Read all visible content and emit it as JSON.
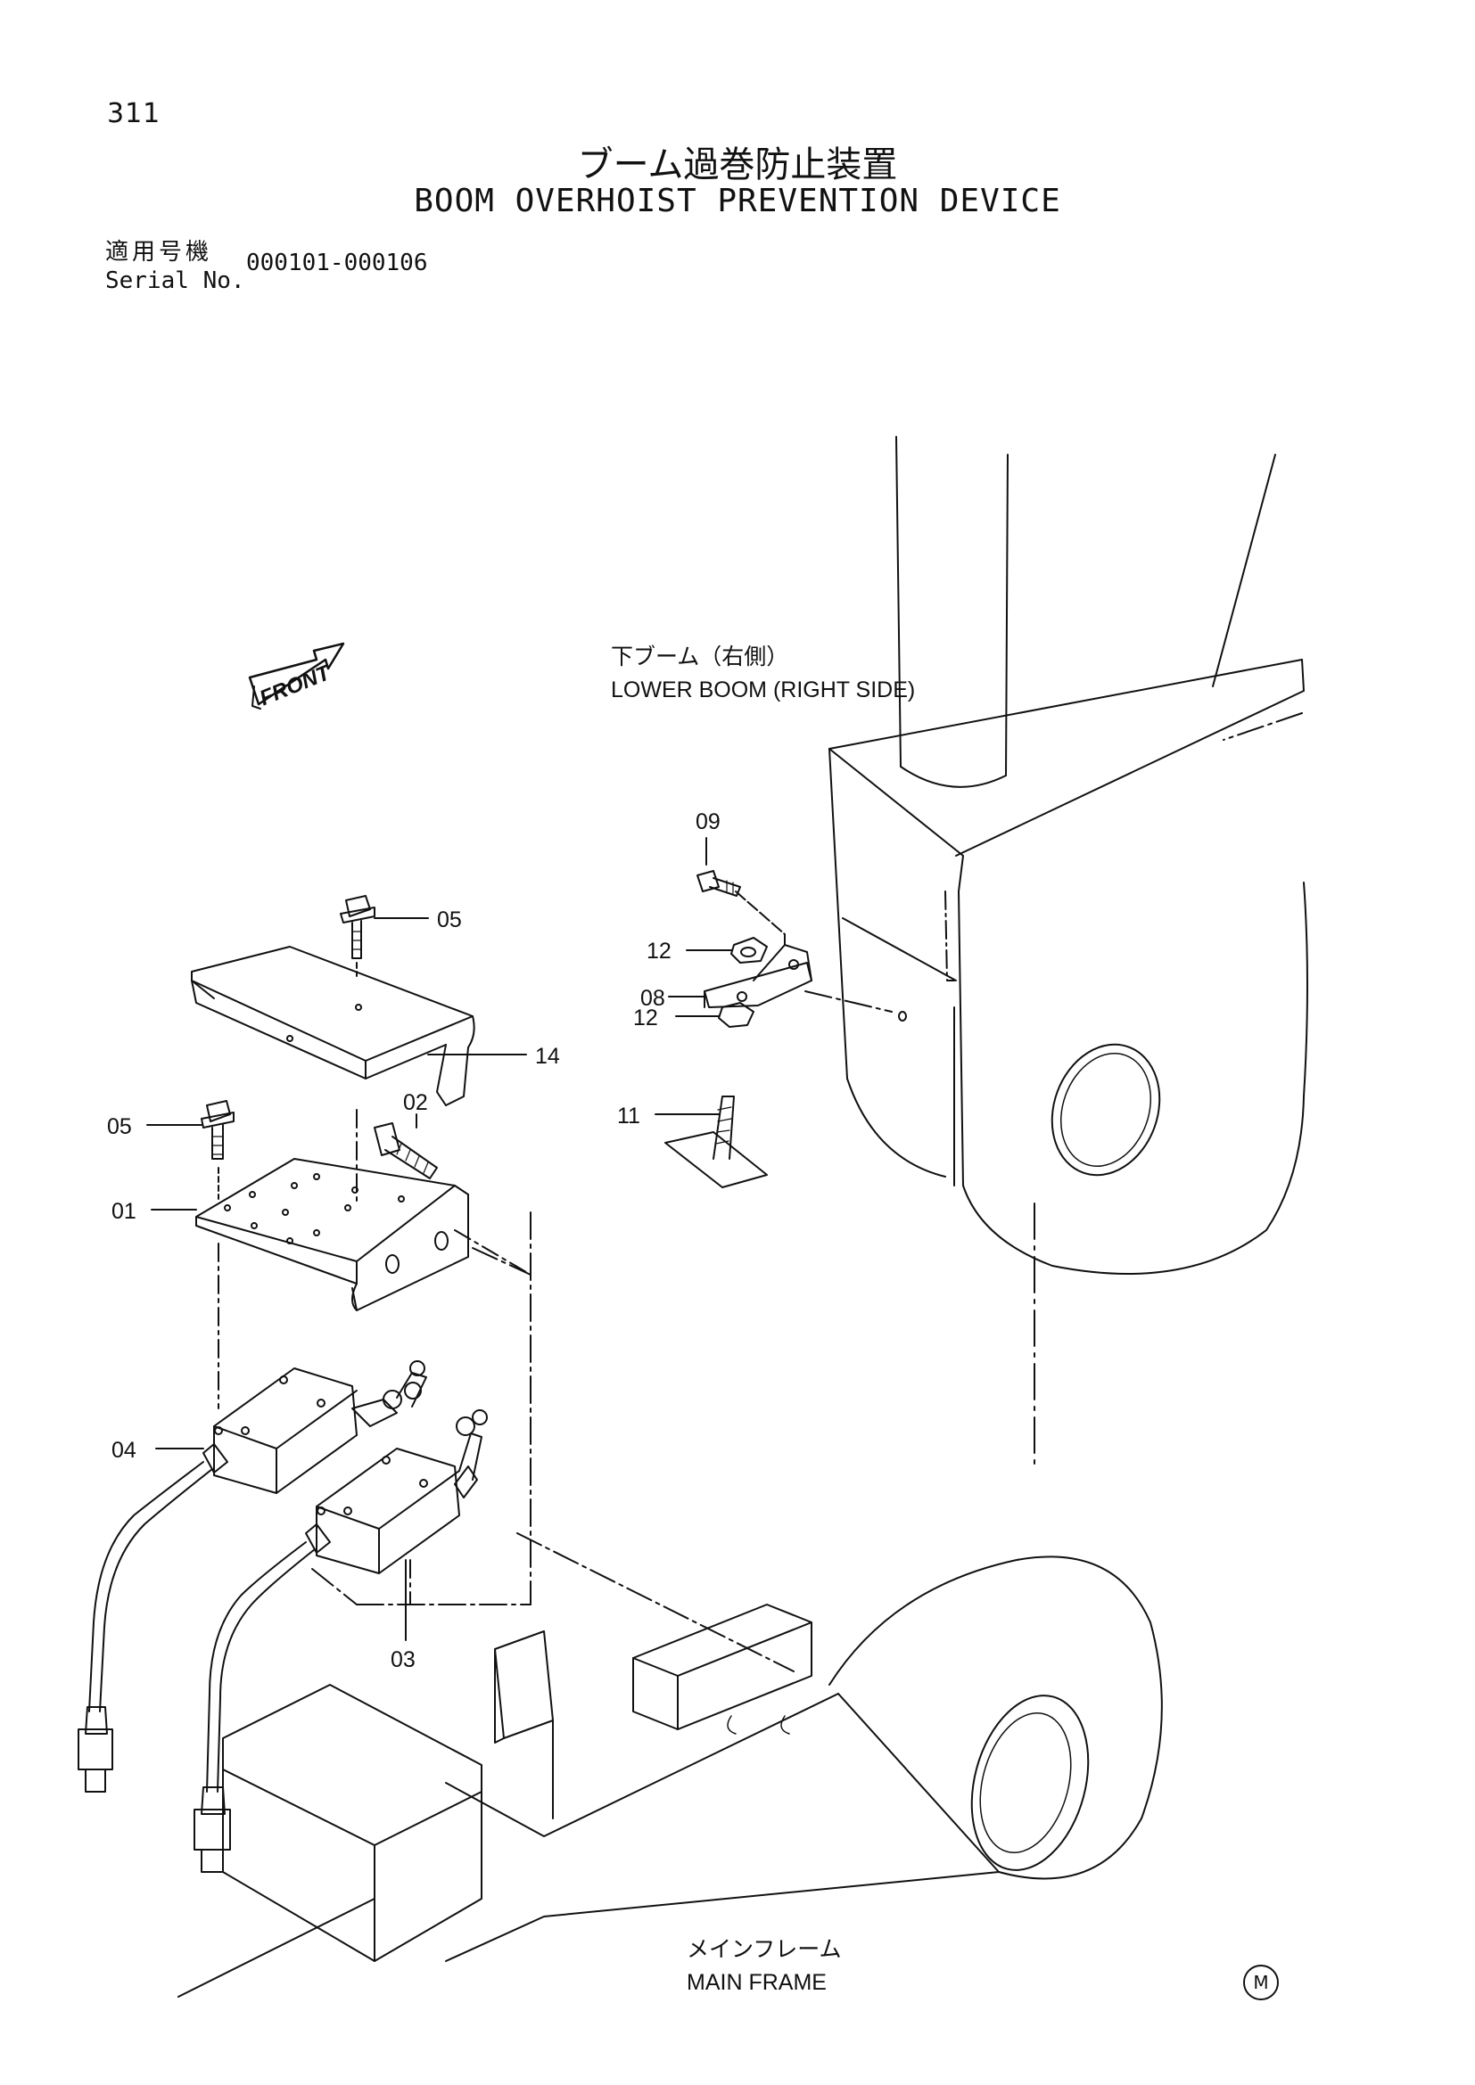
{
  "page": {
    "number": "311"
  },
  "title": {
    "japanese": "ブーム過巻防止装置",
    "english": "BOOM OVERHOIST PREVENTION DEVICE"
  },
  "serial": {
    "label_jp": "適用号機",
    "label_en": "Serial No.",
    "range": "000101-000106"
  },
  "front_marker": {
    "text": "FRONT"
  },
  "annotations": {
    "lower_boom_jp": "下ブーム（右側）",
    "lower_boom_en": "LOWER BOOM (RIGHT SIDE)",
    "main_frame_jp": "メインフレーム",
    "main_frame_en": "MAIN FRAME"
  },
  "part_callouts": [
    {
      "id": "callout-01",
      "text": "01"
    },
    {
      "id": "callout-02",
      "text": "02"
    },
    {
      "id": "callout-03",
      "text": "03"
    },
    {
      "id": "callout-04",
      "text": "04"
    },
    {
      "id": "callout-05-top",
      "text": "05"
    },
    {
      "id": "callout-05-left",
      "text": "05"
    },
    {
      "id": "callout-08",
      "text": "08"
    },
    {
      "id": "callout-09",
      "text": "09"
    },
    {
      "id": "callout-11",
      "text": "11"
    },
    {
      "id": "callout-12-top",
      "text": "12"
    },
    {
      "id": "callout-12-bottom",
      "text": "12"
    },
    {
      "id": "callout-14",
      "text": "14"
    }
  ],
  "mark": {
    "symbol": "M"
  }
}
